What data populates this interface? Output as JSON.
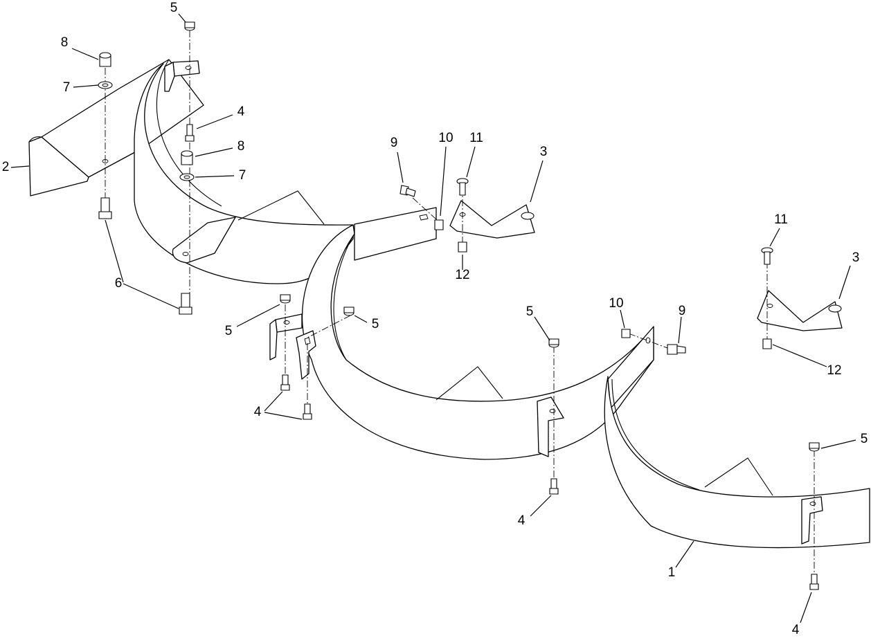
{
  "callouts": [
    {
      "id": "c5a",
      "label": "5"
    },
    {
      "id": "c8a",
      "label": "8"
    },
    {
      "id": "c7a",
      "label": "7"
    },
    {
      "id": "c4a",
      "label": "4"
    },
    {
      "id": "c2",
      "label": "2"
    },
    {
      "id": "c8b",
      "label": "8"
    },
    {
      "id": "c7b",
      "label": "7"
    },
    {
      "id": "c9a",
      "label": "9"
    },
    {
      "id": "c10a",
      "label": "10"
    },
    {
      "id": "c11a",
      "label": "11"
    },
    {
      "id": "c3a",
      "label": "3"
    },
    {
      "id": "c12a",
      "label": "12"
    },
    {
      "id": "c11b",
      "label": "11"
    },
    {
      "id": "c3b",
      "label": "3"
    },
    {
      "id": "c6",
      "label": "6"
    },
    {
      "id": "c5b",
      "label": "5"
    },
    {
      "id": "c5c",
      "label": "5"
    },
    {
      "id": "c5d",
      "label": "5"
    },
    {
      "id": "c10b",
      "label": "10"
    },
    {
      "id": "c9b",
      "label": "9"
    },
    {
      "id": "c12b",
      "label": "12"
    },
    {
      "id": "c4b",
      "label": "4"
    },
    {
      "id": "c4c",
      "label": "4"
    },
    {
      "id": "c5e",
      "label": "5"
    },
    {
      "id": "c1",
      "label": "1"
    },
    {
      "id": "c4d",
      "label": "4"
    }
  ]
}
